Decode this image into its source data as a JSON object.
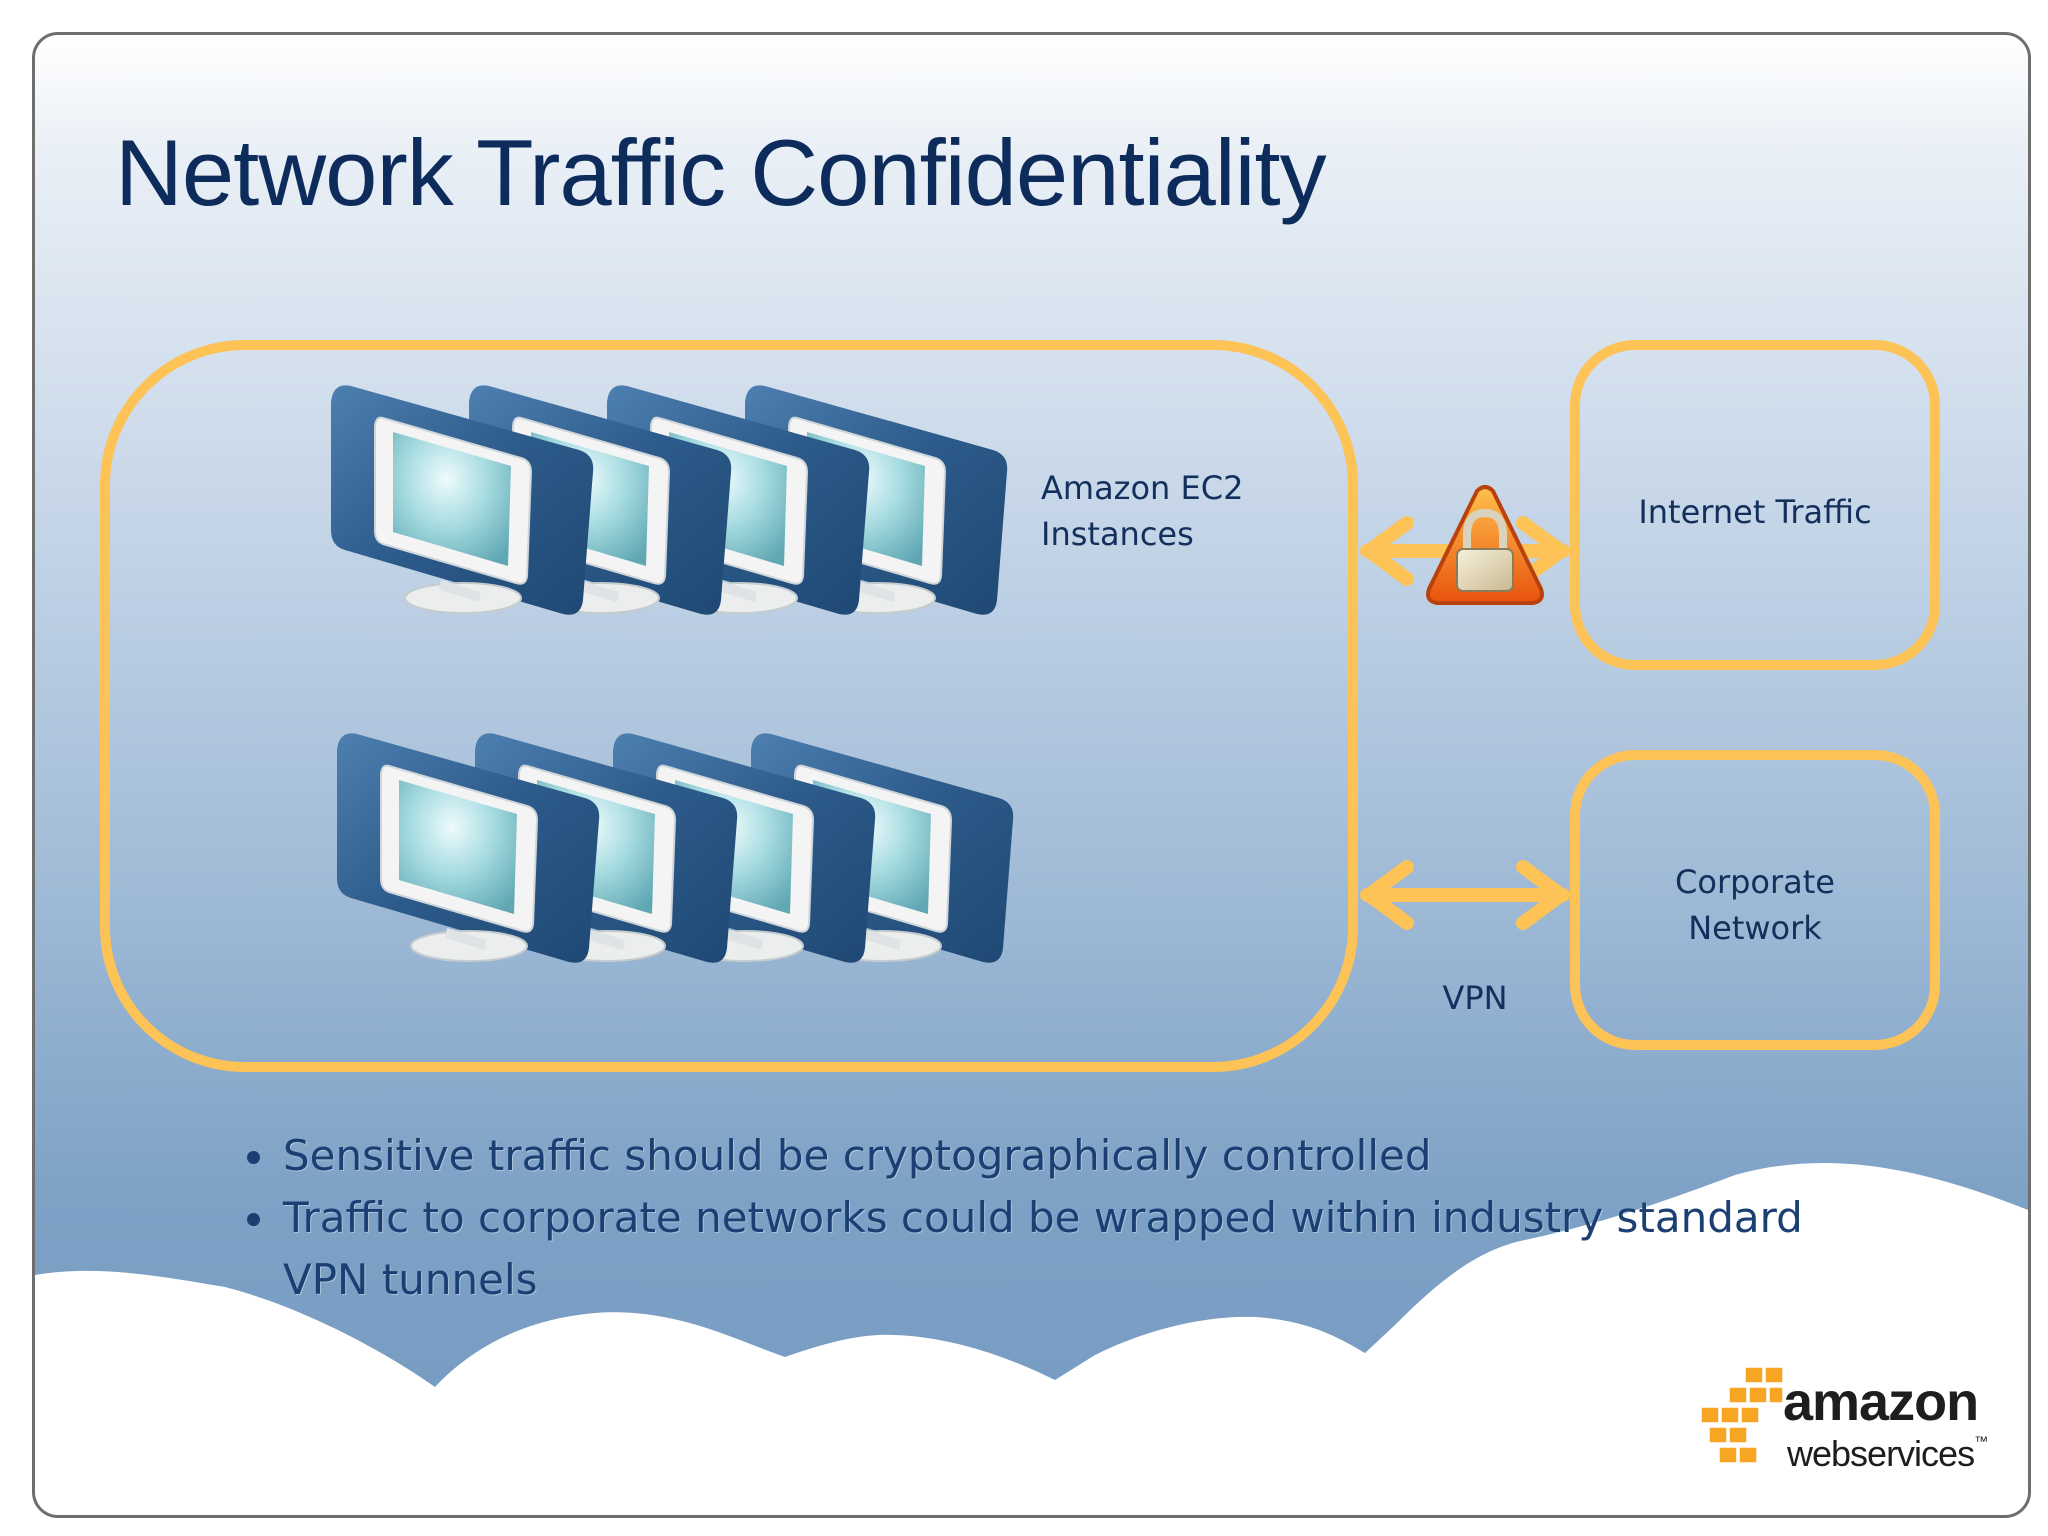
{
  "slide": {
    "title": "Network Traffic Confidentiality"
  },
  "diagram": {
    "ec2_label_line1": "Amazon EC2",
    "ec2_label_line2": "Instances",
    "internet_label": "Internet Traffic",
    "corporate_label_line1": "Corporate",
    "corporate_label_line2": "Network",
    "vpn_label": "VPN",
    "instance_count": 8,
    "colors": {
      "box_border": "#fdc356",
      "arrow": "#fdc356",
      "monitor_frame": "#2f5f8f",
      "lock_warning": "#f07a1a"
    },
    "icons": [
      "server-instance-icon",
      "padlock-warning-icon",
      "double-arrow-icon"
    ]
  },
  "bullets": [
    "Sensitive traffic should be cryptographically controlled",
    "Traffic to corporate networks could be wrapped within industry standard VPN tunnels"
  ],
  "logo": {
    "line1": "amazon",
    "line2": "webservices",
    "tm": "™",
    "cube_color": "#f6a623"
  }
}
